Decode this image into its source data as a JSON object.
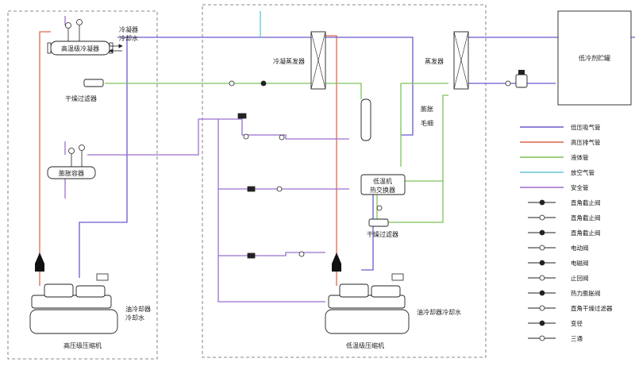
{
  "colors": {
    "low_suction": "#6a5acd",
    "high_discharge": "#e0674a",
    "liquid": "#7cc25a",
    "vent": "#62c6d6",
    "safety": "#9b6fd0",
    "outline": "#222222"
  },
  "labels": {
    "hp_condenser": "高温级冷凝器",
    "cond_water": "冷凝器\n冷却水",
    "dryer_filter_hp": "干燥过滤器",
    "expansion_vessel": "膨胀容器",
    "hp_compressor": "高压级压缩机",
    "oil_cooler_water_hp": "油冷却器\n冷却水",
    "cond_evaporator": "冷凝蒸发器",
    "evaporator": "蒸发器",
    "low_temp_storage": "低冷剂贮罐",
    "low_temp_hx": "低温机\n热交换器",
    "dryer_filter_lp": "干燥过滤器",
    "lp_compressor": "低温级压缩机",
    "oil_cooler_water_lp": "油冷却器冷却水",
    "capillary": "膨胀\n毛细"
  },
  "legend": [
    {
      "label": "低压吸气管",
      "symbol": "line-low-suction"
    },
    {
      "label": "高压排气管",
      "symbol": "line-high-discharge"
    },
    {
      "label": "液体管",
      "symbol": "line-liquid"
    },
    {
      "label": "放空气管",
      "symbol": "line-vent"
    },
    {
      "label": "安全管",
      "symbol": "line-safety"
    },
    {
      "label": "直角截止阀",
      "symbol": "angle-stop-valve"
    },
    {
      "label": "直角截止阀",
      "symbol": "angle-stop-valve-2"
    },
    {
      "label": "直角截止阀",
      "symbol": "inline-stop-valve"
    },
    {
      "label": "电动阀",
      "symbol": "motor-valve"
    },
    {
      "label": "电磁阀",
      "symbol": "solenoid-valve"
    },
    {
      "label": "止回阀",
      "symbol": "check-valve"
    },
    {
      "label": "热力膨胀阀",
      "symbol": "thermal-expansion-valve"
    },
    {
      "label": "直角干燥过滤器",
      "symbol": "angle-dryer-filter"
    },
    {
      "label": "变径",
      "symbol": "reducer"
    },
    {
      "label": "三通",
      "symbol": "tee"
    }
  ]
}
